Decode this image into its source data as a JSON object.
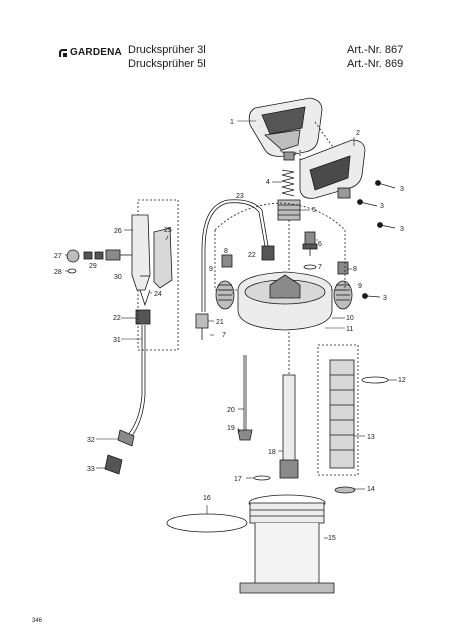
{
  "header": {
    "brand": "GARDENA",
    "product_lines": [
      "Drucksprüher 3l",
      "Drucksprüher 5l"
    ],
    "article_lines": [
      "Art.-Nr. 867",
      "Art.-Nr. 869"
    ]
  },
  "callouts": [
    "1",
    "2",
    "3",
    "3",
    "3",
    "3",
    "4",
    "5",
    "6",
    "7",
    "7",
    "8",
    "8",
    "9",
    "9",
    "10",
    "11",
    "12",
    "13",
    "14",
    "15",
    "16",
    "17",
    "18",
    "19",
    "20",
    "21",
    "22",
    "22",
    "22",
    "23",
    "24",
    "25",
    "26",
    "27",
    "28",
    "29",
    "30",
    "31",
    "32",
    "33"
  ],
  "page_number": "346",
  "colors": {
    "ink": "#1a1a1a",
    "shade": "#8a8a8a",
    "light": "#d8d8d8"
  }
}
